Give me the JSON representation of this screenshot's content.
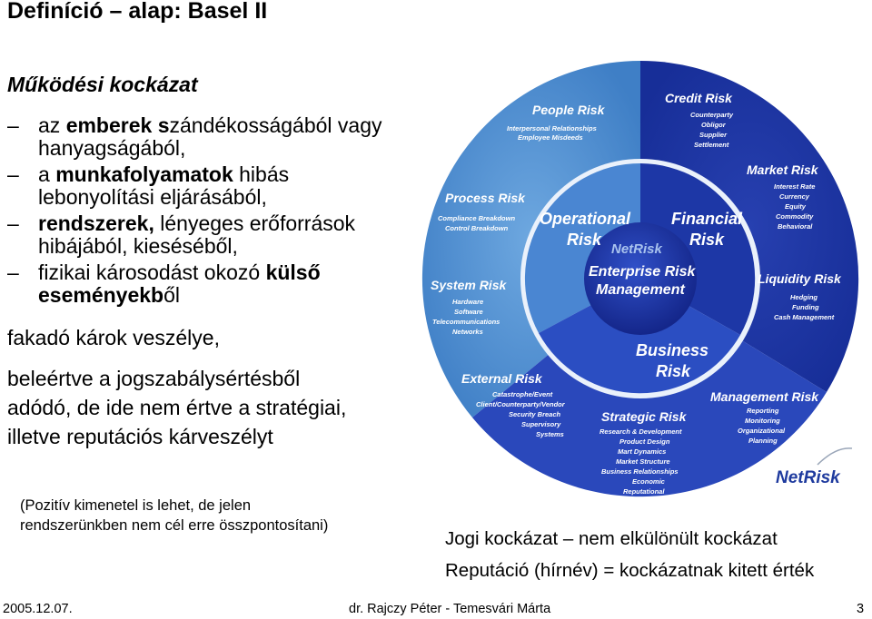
{
  "slide": {
    "title": "Definíció – alap: Basel II",
    "subtitle": "Működési kockázat",
    "bullets": [
      {
        "dash": "–",
        "parts": [
          {
            "t": "az ",
            "b": false
          },
          {
            "t": "emberek s",
            "b": true
          },
          {
            "t": "zándékosságából vagy hanyagságából,",
            "b": false
          }
        ]
      },
      {
        "dash": "–",
        "parts": [
          {
            "t": "a ",
            "b": false
          },
          {
            "t": "munkafolyamatok",
            "b": true
          },
          {
            "t": " hibás lebonyolítási eljárásából,",
            "b": false
          }
        ]
      },
      {
        "dash": "–",
        "parts": [
          {
            "t": "rendszerek,",
            "b": true
          },
          {
            "t": " lényeges erőforrások hibájából, kieséséből,",
            "b": false
          }
        ]
      },
      {
        "dash": "–",
        "parts": [
          {
            "t": "fizikai károsodást okozó ",
            "b": false
          },
          {
            "t": "külső eseményekb",
            "b": true
          },
          {
            "t": "ől",
            "b": false
          }
        ]
      }
    ],
    "line_fakado": "fakadó károk veszélye,",
    "paragraph": [
      "beleértve a jogszabálysértésből",
      "adódó, de ide nem értve a stratégiai,",
      "illetve reputációs kárveszélyt"
    ],
    "note": [
      "(Pozitív kimenetel is lehet, de jelen",
      "rendszerünkben nem cél erre összpontosítani)"
    ],
    "bottom1": "Jogi kockázat – nem elkülönült kockázat",
    "bottom2": "Reputáció (hírnév) = kockázatnak kitett érték"
  },
  "footer": {
    "date": "2005.12.07.",
    "authors": "dr. Rajczy Péter - Temesvári Márta",
    "page": "3"
  },
  "wheel": {
    "center_brand": "NetRisk",
    "center": [
      "Enterprise Risk",
      "Management"
    ],
    "inner": {
      "operational": [
        "Operational",
        "Risk"
      ],
      "financial": [
        "Financial",
        "Risk"
      ],
      "business": [
        "Business",
        "Risk"
      ]
    },
    "segments": {
      "people": {
        "title": "People Risk",
        "items": [
          "Interpersonal Relationships",
          "Employee Misdeeds"
        ]
      },
      "process": {
        "title": "Process Risk",
        "items": [
          "Compliance Breakdown",
          "Control Breakdown"
        ]
      },
      "system": {
        "title": "System Risk",
        "items": [
          "Hardware",
          "Software",
          "Telecommunications",
          "Networks"
        ]
      },
      "external": {
        "title": "External Risk",
        "items": [
          "Catastrophe/Event",
          "Client/Counterparty/Vendor",
          "Security Breach",
          "Supervisory",
          "Systems"
        ]
      },
      "credit": {
        "title": "Credit Risk",
        "items": [
          "Counterparty",
          "Obligor",
          "Supplier",
          "Settlement"
        ]
      },
      "market": {
        "title": "Market Risk",
        "items": [
          "Interest Rate",
          "Currency",
          "Equity",
          "Commodity",
          "Behavioral"
        ]
      },
      "liquidity": {
        "title": "Liquidity Risk",
        "items": [
          "Hedging",
          "Funding",
          "Cash Management"
        ]
      },
      "management": {
        "title": "Management Risk",
        "items": [
          "Reporting",
          "Monitoring",
          "Organizational",
          "Planning"
        ]
      },
      "strategic": {
        "title": "Strategic Risk",
        "items": [
          "Research & Development",
          "Product Design",
          "Mart Dynamics",
          "Market Structure",
          "Business Relationships",
          "Economic",
          "Reputational"
        ]
      }
    },
    "logo": "NetRisk",
    "colors": {
      "outer_left": "#4f8fd0",
      "outer_right": "#1f3aa8",
      "outer_bottom": "#2d4cbf",
      "inner_ring": "#2a58c8",
      "center": "#1b2f9a",
      "white_ring": "#e8f0fa"
    }
  }
}
